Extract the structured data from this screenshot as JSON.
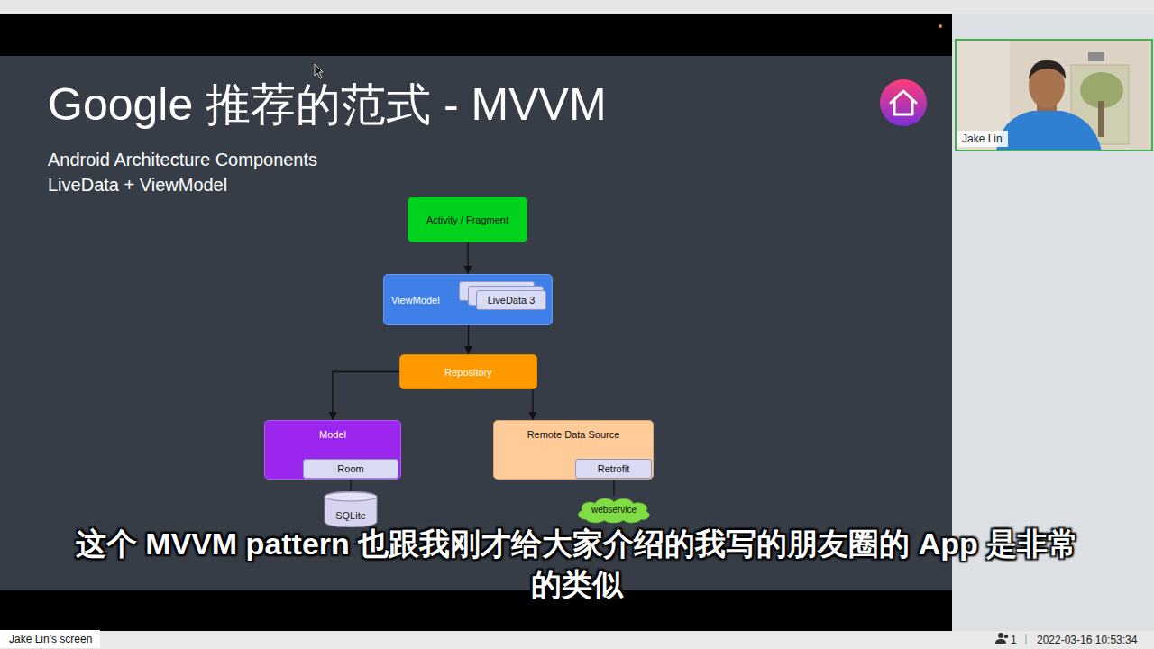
{
  "diagram": {
    "title": "Google 推荐的范式 - MVVM",
    "nodes": [
      {
        "text": [
          "Activity / Fragment"
        ]
      },
      {
        "text": [
          "ViewModel"
        ]
      },
      {
        "text": [
          "LiveData 3"
        ],
        "in": 1
      },
      {
        "text": [
          "Repository"
        ]
      },
      {
        "text": [
          "Model"
        ]
      },
      {
        "text": [
          "Room"
        ],
        "in": 4
      },
      {
        "text": [
          "Remote Data Source"
        ]
      },
      {
        "text": [
          "Retrofit"
        ],
        "in": 6
      },
      {
        "text": [
          "SQLite"
        ]
      },
      {
        "text": [
          "webservice"
        ]
      }
    ],
    "edges": [
      {
        "from": 0,
        "to": 1,
        "arrow": "to"
      },
      {
        "from": 1,
        "to": 3,
        "arrow": "to"
      },
      {
        "from": 3,
        "to": 4,
        "arrow": "to"
      },
      {
        "from": 3,
        "to": 6,
        "arrow": "to"
      },
      {
        "from": 5,
        "to": 8,
        "arrow": "none"
      },
      {
        "from": 7,
        "to": 9,
        "arrow": "none"
      }
    ],
    "labels": [
      "Android Architecture Components",
      "LiveData + ViewModel",
      "这个 MVVM pattern 也跟我刚才给大家介绍的我写的朋友圈的 App 是非常的类似",
      "Jake Lin",
      "Jake Lin's screen",
      "1",
      "2022-03-16 10:53:34"
    ]
  }
}
